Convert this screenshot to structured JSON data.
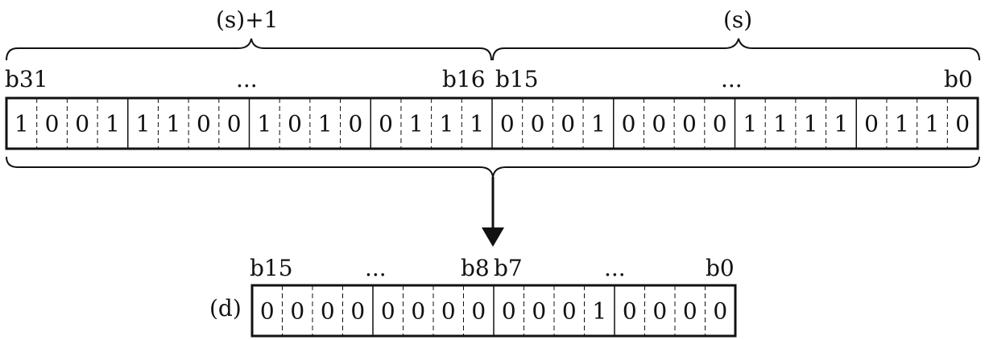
{
  "top_register": {
    "upper_word_label": "(s)+1",
    "lower_word_label": "(s)",
    "bit_labels": {
      "msb": "b31",
      "left_dots": "...",
      "mid_left": "b16",
      "mid_right": "b15",
      "right_dots": "...",
      "lsb": "b0"
    },
    "bits": [
      1,
      0,
      0,
      1,
      1,
      1,
      0,
      0,
      1,
      0,
      1,
      0,
      0,
      1,
      1,
      1,
      0,
      0,
      0,
      1,
      0,
      0,
      0,
      0,
      1,
      1,
      1,
      1,
      0,
      1,
      1,
      0
    ]
  },
  "bottom_register": {
    "name_label": "(d)",
    "bit_labels": {
      "msb": "b15",
      "left_dots": "...",
      "mid_left": "b8",
      "mid_right": "b7",
      "right_dots": "...",
      "lsb": "b0"
    },
    "bits": [
      0,
      0,
      0,
      0,
      0,
      0,
      0,
      0,
      0,
      0,
      0,
      1,
      0,
      0,
      0,
      0
    ]
  }
}
